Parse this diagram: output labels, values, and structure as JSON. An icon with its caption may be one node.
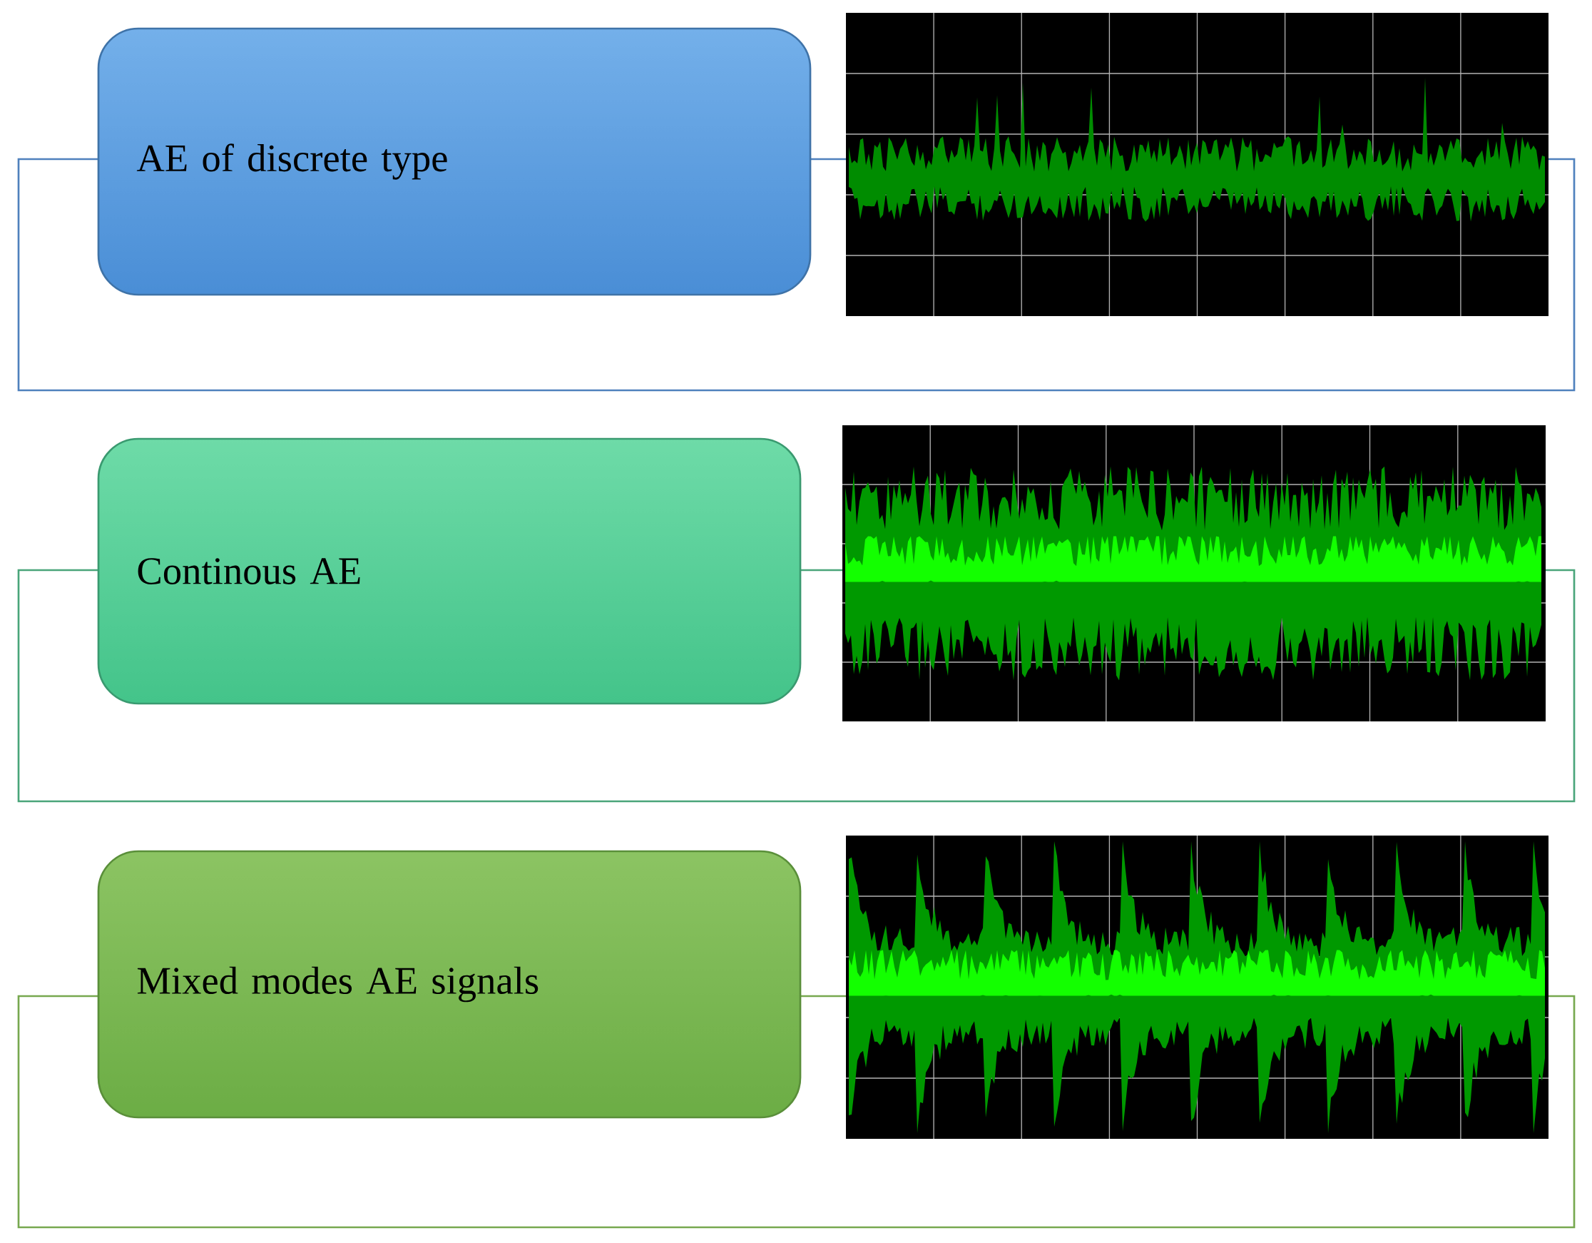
{
  "diagram": {
    "nodes": [
      {
        "text": [
          "AE of discrete type"
        ]
      },
      {
        "text": [
          "Continous AE"
        ]
      },
      {
        "text": [
          "Mixed modes AE signals"
        ]
      }
    ]
  }
}
